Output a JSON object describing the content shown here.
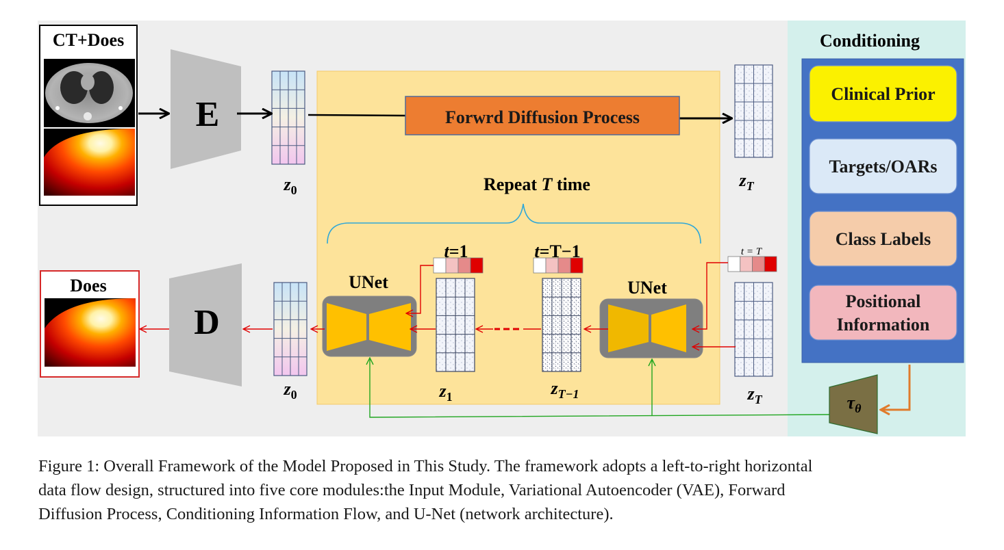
{
  "input_module": {
    "title": "CT+Does"
  },
  "output_module": {
    "title": "Does"
  },
  "encoder": {
    "label": "E"
  },
  "decoder": {
    "label": "D"
  },
  "latents": {
    "z0_top": {
      "base": "z",
      "sub": "0"
    },
    "zT_top": {
      "base": "z",
      "sub": "T"
    },
    "z0_bottom": {
      "base": "z",
      "sub": "0"
    },
    "z1": {
      "base": "z",
      "sub": "1"
    },
    "zT1": {
      "base": "z",
      "sub": "T−1"
    },
    "zT_bottom": {
      "base": "z",
      "sub": "T"
    }
  },
  "forward_diffusion": {
    "label": "Forwrd Diffusion Process"
  },
  "repeat": {
    "prefix": "Repeat ",
    "var": "T",
    "suffix": " time"
  },
  "unet": {
    "left_label": "UNet",
    "right_label": "UNet"
  },
  "time_steps": {
    "t1": {
      "var": "t",
      "rest": "=1"
    },
    "tT1": {
      "var": "t",
      "rest": "=T−1"
    },
    "tT": {
      "text": "t = T"
    }
  },
  "conditioning": {
    "title": "Conditioning",
    "items": [
      {
        "label_lines": [
          "Clinical Prior"
        ],
        "fill": "#fbf100"
      },
      {
        "label_lines": [
          "Targets/OARs"
        ],
        "fill": "#dbe9f7"
      },
      {
        "label_lines": [
          "Class Labels"
        ],
        "fill": "#f5ccaa"
      },
      {
        "label_lines": [
          "Positional",
          "Information"
        ],
        "fill": "#f2b7bd"
      }
    ]
  },
  "tau": {
    "base": "τ",
    "sub": "θ"
  },
  "caption": {
    "line1": "Figure 1: Overall Framework of the Model Proposed in This Study. The framework adopts a left-to-right horizontal",
    "line2": "data flow design, structured into five core modules:the Input Module, Variational Autoencoder (VAE), Forward",
    "line3": "Diffusion Process, Conditioning Information Flow, and U-Net (network architecture)."
  },
  "colors": {
    "background": "#eeeeee",
    "diffusion_panel": "#fde39a",
    "conditioning_panel": "#d4f0ec",
    "conditioning_box": "#4472c4",
    "forward_box": "#ed7d31",
    "unet_frame": "#7f7f7f",
    "unet_trapezoid": "#ffc000",
    "tau_block": "#7a6f44",
    "data_arrow": "#e00000",
    "cond_arrow": "#1fa51f",
    "cond_source_arrow": "#e07b2c"
  }
}
